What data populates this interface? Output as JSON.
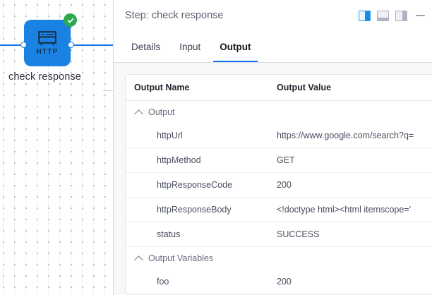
{
  "canvas": {
    "node": {
      "icon_name": "http-window-icon",
      "icon_label": "HTTP",
      "title": "check response",
      "status_icon": "check-circle-icon"
    }
  },
  "panel": {
    "header": {
      "title": "Step: check response",
      "actions": [
        {
          "name": "layout-split-right",
          "label": ""
        },
        {
          "name": "layout-split-bottom",
          "label": ""
        },
        {
          "name": "layout-side-panel",
          "label": ""
        },
        {
          "name": "minimize",
          "label": ""
        }
      ]
    },
    "tabs": [
      {
        "label": "Details",
        "active": false
      },
      {
        "label": "Input",
        "active": false
      },
      {
        "label": "Output",
        "active": true
      }
    ],
    "table": {
      "headers": {
        "name": "Output Name",
        "value": "Output Value"
      },
      "groups": [
        {
          "label": "Output",
          "expanded": true,
          "rows": [
            {
              "name": "httpUrl",
              "value": "https://www.google.com/search?q="
            },
            {
              "name": "httpMethod",
              "value": "GET"
            },
            {
              "name": "httpResponseCode",
              "value": "200"
            },
            {
              "name": "httpResponseBody",
              "value": "<!doctype html><html itemscope='"
            },
            {
              "name": "status",
              "value": "SUCCESS"
            }
          ]
        },
        {
          "label": "Output Variables",
          "expanded": true,
          "rows": [
            {
              "name": "foo",
              "value": "200"
            }
          ]
        }
      ]
    }
  },
  "colors": {
    "accent": "#1a73e8",
    "node_blue": "#1a82e2",
    "status_green": "#2ca94f",
    "panel_bg": "#f7f8fa"
  }
}
